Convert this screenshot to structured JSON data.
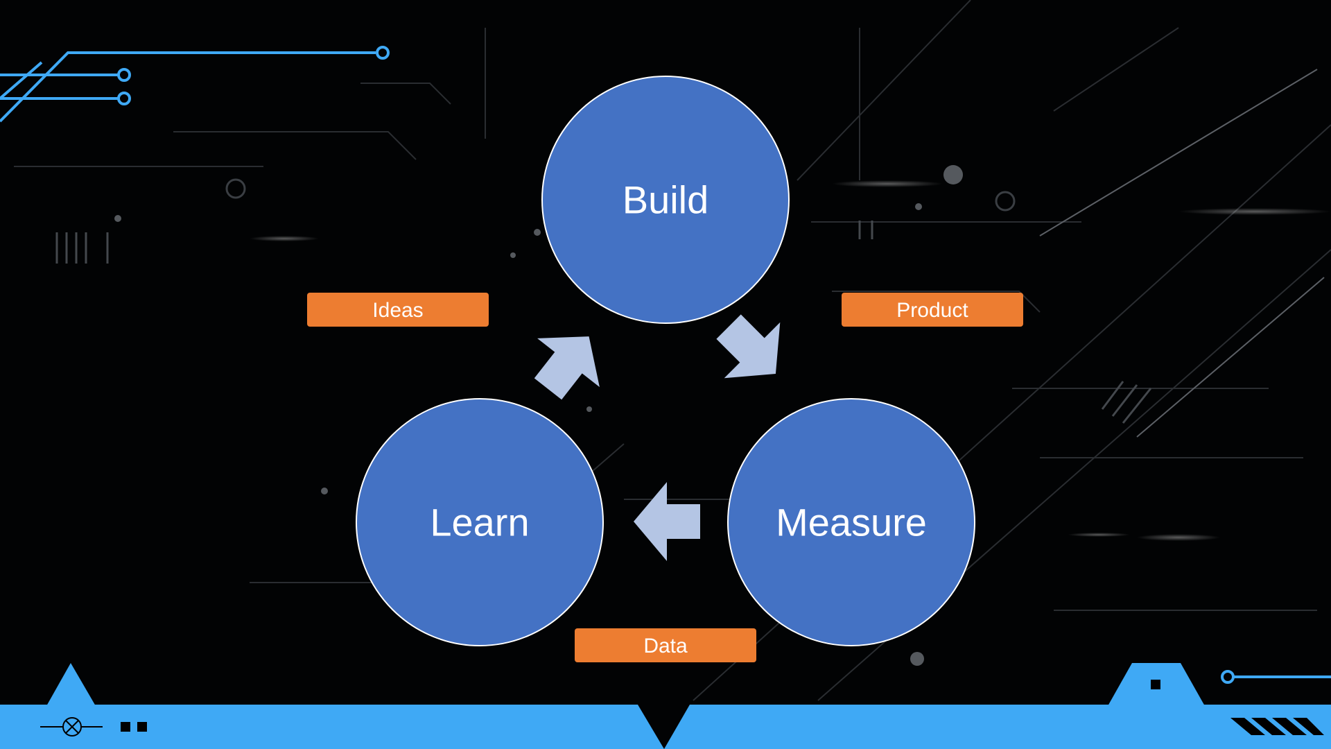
{
  "slide": {
    "background_color": "#020304",
    "circuit_color": "#3fa9f5",
    "footer_color": "#3fa9f5"
  },
  "diagram": {
    "node_color": "#4472c4",
    "node_border": "#ffffff",
    "arrow_color": "#b4c5e4",
    "tag_color": "#ed7d31",
    "nodes": [
      {
        "id": "build",
        "label": "Build"
      },
      {
        "id": "measure",
        "label": "Measure"
      },
      {
        "id": "learn",
        "label": "Learn"
      }
    ],
    "tags": [
      {
        "id": "ideas",
        "label": "Ideas"
      },
      {
        "id": "product",
        "label": "Product"
      },
      {
        "id": "data",
        "label": "Data"
      }
    ],
    "arrows": [
      {
        "from": "build",
        "to": "measure"
      },
      {
        "from": "measure",
        "to": "learn"
      },
      {
        "from": "learn",
        "to": "build"
      }
    ]
  }
}
